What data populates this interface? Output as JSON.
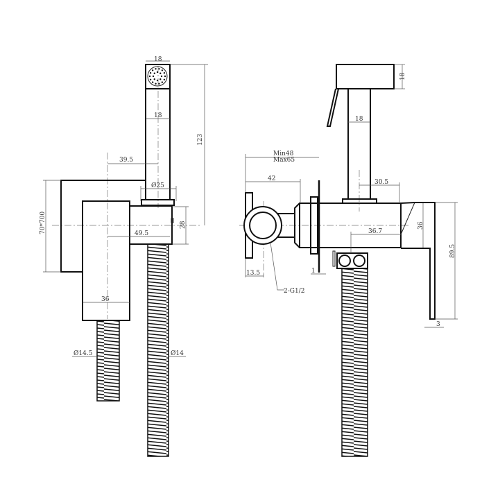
{
  "left_view": {
    "head_width": "18",
    "handle_width": "18",
    "total_height": "123",
    "offset": "39.5",
    "collar_dia": "Ø25",
    "body_height": "28",
    "body_depth": "49.5",
    "plate_size": "70*700",
    "box_width": "36",
    "hose_a": "Ø14.5",
    "hose_b": "Ø14"
  },
  "right_view": {
    "head_height": "18",
    "handle_width": "18",
    "min_max_1": "Min48",
    "min_max_2": "Max65",
    "inlet_depth": "42",
    "lever_offset": "30.5",
    "outlet_offset": "36.7",
    "lever_width": "36",
    "lever_height": "89.5",
    "ring_offset": "13.5",
    "plate_thickness": "1",
    "lever_thickness": "3",
    "thread": "2-G1/2"
  }
}
